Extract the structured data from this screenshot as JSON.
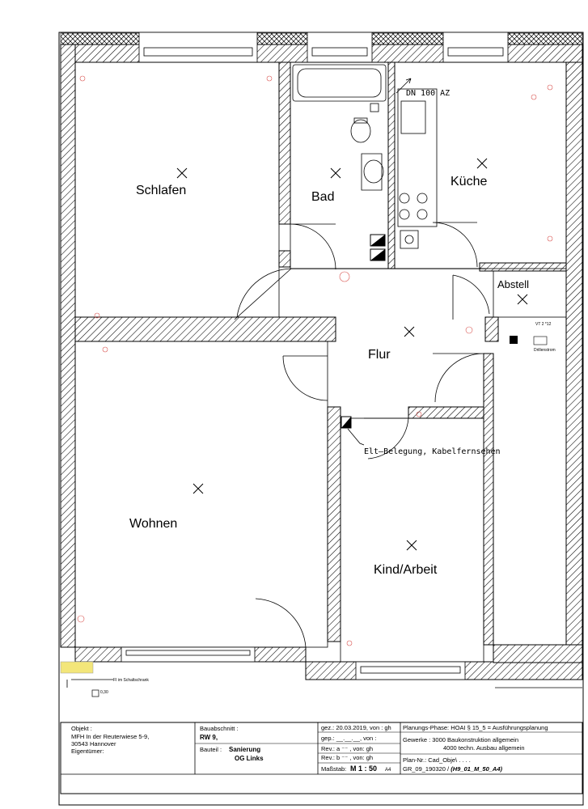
{
  "rooms": {
    "schlafen": "Schlafen",
    "bad": "Bad",
    "kueche": "Küche",
    "abstell": "Abstell",
    "flur": "Flur",
    "wohnen": "Wohnen",
    "kind": "Kind/Arbeit"
  },
  "annotations": {
    "dn": "DN  100  AZ",
    "elt": "Elt–Belegung,  Kabelfernsehen",
    "fi": "FI im Schaltschrank",
    "level": "0,30",
    "vt": "VT 2 *12",
    "drill": "Drillenstrom"
  },
  "title_block": {
    "objekt_label": "Objekt :",
    "objekt_line1": "MFH In der Reuterwiese 5-9,",
    "objekt_line2": "30543 Hannover",
    "eigentuemer_label": "Eigentümer:",
    "bauabschnitt_label": "Bauabschnitt :",
    "bauabschnitt_value": "RW 9,",
    "bauteil_label": "Bauteil :",
    "bauteil_line1": "Sanierung",
    "bauteil_line2": "OG Links",
    "gez": "gez.: 20.03.2019, von : gh",
    "gep": "gep.: __.__.__, von :",
    "rev_a": "Rev.: a  ⁻⁻ , von: gh",
    "rev_b": "Rev.: b  ⁻⁻ , von: gh",
    "massstab_label": "Maßstab:",
    "massstab_value": "M 1 : 50",
    "massstab_format": "A4",
    "phase": "Planungs-Phase: HOAI § 15_5 = Ausführungsplanung",
    "gewerke_line1": "Gewerke : 3000 Baukonstruktion allgemein",
    "gewerke_line2": "4000 techn. Ausbau allgemein",
    "plan_nr": "Plan-Nr.: Cad_Obje\\ . . . .",
    "file_a": "GR_09_190320 / ",
    "file_b": "(H9_01_M_50_A4)"
  }
}
